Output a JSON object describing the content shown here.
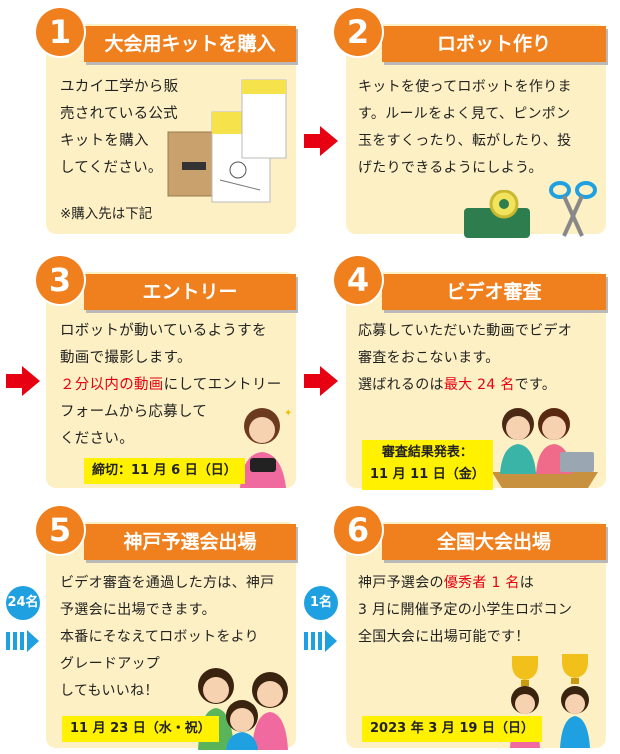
{
  "steps": [
    {
      "number": "1",
      "title": "大会用キットを購入",
      "lines": [
        "ユカイ工学から販",
        "売されている公式",
        "キットを購入",
        "してください。"
      ],
      "note": "※購入先は下記"
    },
    {
      "number": "2",
      "title": "ロボット作り",
      "lines": [
        "キットを使ってロボットを作りま",
        "す。ルールをよく見て、ピンポン",
        "玉をすくったり、転がしたり、投",
        "げたりできるようにしよう。"
      ]
    },
    {
      "number": "3",
      "title": "エントリー",
      "line1": "ロボットが動いているようすを",
      "line2": "動画で撮影します。",
      "line3_red": "２分以内の動画",
      "line3_rest": "にしてエントリー",
      "line4": "フォームから応募して",
      "line5": "ください。",
      "badge": "締切：11 月 6 日（日）"
    },
    {
      "number": "4",
      "title": "ビデオ審査",
      "line1": "応募していただいた動画でビデオ",
      "line2": "審査をおこないます。",
      "line3_pre": "選ばれるのは",
      "line3_red": "最大 24 名",
      "line3_post": "です。",
      "badge_line1": "審査結果発表：",
      "badge_line2": "11 月 11 日（金）"
    },
    {
      "number": "5",
      "title": "神戸予選会出場",
      "lines": [
        "ビデオ審査を通過した方は、神戸",
        "予選会に出場できます。",
        "本番にそなえてロボットをより",
        "グレードアップ",
        "してもいいね！"
      ],
      "badge": "11 月 23 日（水・祝）"
    },
    {
      "number": "6",
      "title": "全国大会出場",
      "line1_pre": "神戸予選会の",
      "line1_red": "優秀者 1 名",
      "line1_post": "は",
      "line2": "3 月に開催予定の小学生ロボコン",
      "line3": "全国大会に出場可能です！",
      "badge": "2023 年 3 月 19 日（日）"
    }
  ],
  "counts": {
    "to_step5": "24名",
    "to_step6": "1名"
  },
  "colors": {
    "card": "#fdf0c4",
    "orange": "#f07f1d",
    "red": "#e60012",
    "blue": "#1fa0e0",
    "yellow": "#fff100"
  },
  "icons": [
    "kit-box-icon",
    "tape-dispenser-icon",
    "scissors-icon",
    "girl-with-phone-icon",
    "kids-with-laptop-icon",
    "cheering-kids-icon",
    "trophy-kids-icon"
  ]
}
